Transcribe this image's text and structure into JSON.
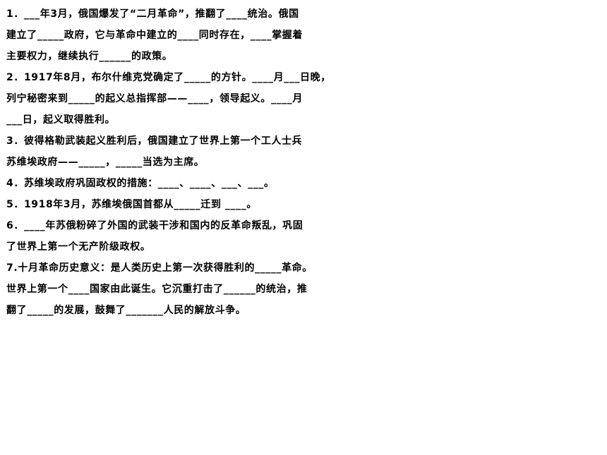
{
  "questions": [
    {
      "number": "1",
      "lines": [
        "1．___年3月，俄国爆发了“二月革命”，推翻了____统治。俄国",
        "建立了_____政府，它与革命中建立的____同时存在，____掌握着",
        "主要权力，继续执行______的政策。"
      ]
    },
    {
      "number": "2",
      "lines": [
        "2．1917年8月，布尔什维克党确定了_____的方针。____月___日晚，",
        "列宁秘密来到_____的起义总指挥部——____，领导起义。____月",
        "___日，起义取得胜利。"
      ]
    },
    {
      "number": "3",
      "lines": [
        "3．彼得格勒武装起义胜利后，俄国建立了世界上第一个工人士兵",
        "苏维埃政府——_____，_____当选为主席。"
      ]
    },
    {
      "number": "4",
      "lines": [
        "4．苏维埃政府巩固政权的措施：____、____、___、___。"
      ]
    },
    {
      "number": "5",
      "lines": [
        "5．1918年3月，苏维埃俄国首都从_____迁到 ____。"
      ]
    },
    {
      "number": "6",
      "lines": [
        "6．____年苏俄粉碎了外国的武装干涉和国内的反革命叛乱，巩固",
        "了世界上第一个无产阶级政权。"
      ]
    },
    {
      "number": "7",
      "lines": [
        "7.十月革命历史意义：是人类历史上第一次获得胜利的_____革命。",
        "世界上第一个____国家由此诞生。它沉重打击了______的统治，推",
        "翻了_____的发展，鼓舞了_______人民的解放斗争。"
      ]
    }
  ]
}
